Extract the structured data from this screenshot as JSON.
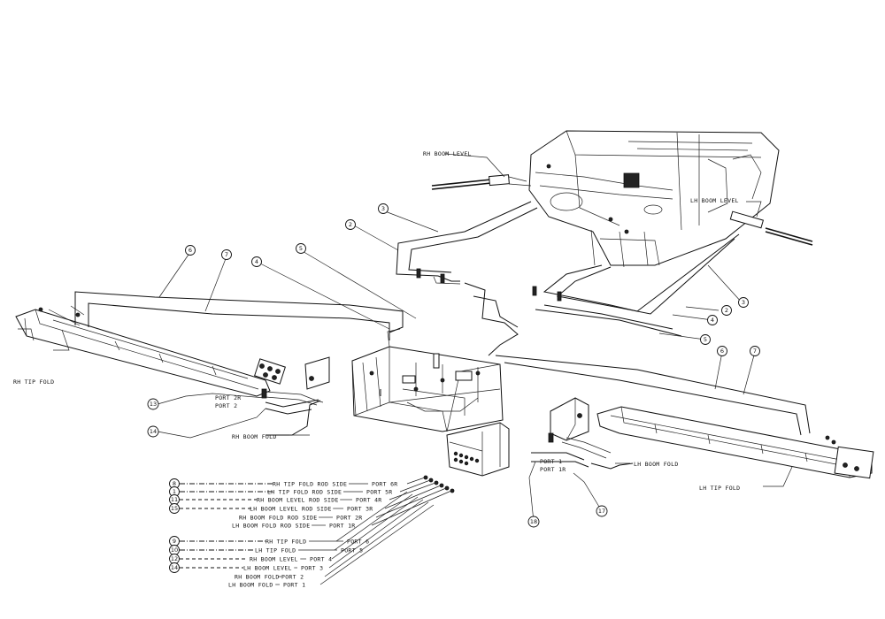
{
  "callouts": {
    "rh_boom_level": "RH BOOM LEVEL",
    "lh_boom_level": "LH BOOM LEVEL",
    "rh_tip_fold": "RH TIP FOLD",
    "lh_tip_fold": "LH TIP FOLD",
    "rh_boom_fold": "RH BOOM FOLD",
    "lh_boom_fold": "LH BOOM FOLD",
    "port_2r": "PORT 2R",
    "port_2": "PORT 2",
    "port_1": "PORT 1",
    "port_1r": "PORT 1R"
  },
  "item_numbers": {
    "n2a": "2",
    "n3a": "3",
    "n4a": "4",
    "n5a": "5",
    "n6a": "6",
    "n7a": "7",
    "n4b": "4",
    "n5b": "5",
    "n2b": "2",
    "n3b": "3",
    "n6b": "6",
    "n7b": "7",
    "n13": "13",
    "n14": "14",
    "n17": "17",
    "n18": "18"
  },
  "legend_rows": [
    {
      "num": "8",
      "desc": "RH TIP FOLD ROD SIDE",
      "port": "PORT 6R"
    },
    {
      "num": "1",
      "desc": "LH TIP FOLD ROD SIDE",
      "port": "PORT 5R"
    },
    {
      "num": "11",
      "desc": "RH BOOM LEVEL ROD SIDE",
      "port": "PORT 4R"
    },
    {
      "num": "15",
      "desc": "LH BOOM LEVEL ROD SIDE",
      "port": "PORT 3R"
    },
    {
      "num": "",
      "desc": "RH BOOM FOLD ROD SIDE",
      "port": "PORT 2R"
    },
    {
      "num": "",
      "desc": "LH BOOM FOLD ROD SIDE",
      "port": "PORT 1R"
    },
    {
      "num": "9",
      "desc": "RH TIP FOLD",
      "port": "PORT 6"
    },
    {
      "num": "10",
      "desc": "LH TIP FOLD",
      "port": "PORT 5"
    },
    {
      "num": "12",
      "desc": "RH BOOM LEVEL",
      "port": "PORT 4"
    },
    {
      "num": "14",
      "desc": "LH BOOM LEVEL",
      "port": "PORT 3"
    },
    {
      "num": "",
      "desc": "RH BOOM FOLD",
      "port": "PORT 2"
    },
    {
      "num": "",
      "desc": "LH BOOM FOLD",
      "port": "PORT 1"
    }
  ]
}
